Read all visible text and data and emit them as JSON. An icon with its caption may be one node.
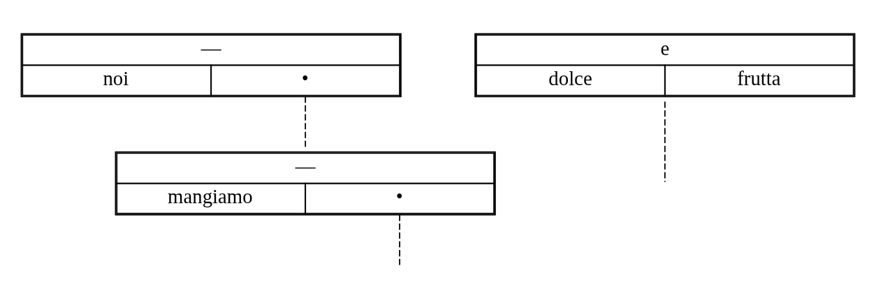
{
  "diagram": {
    "nodes": [
      {
        "text": [
          "—",
          "noi",
          "•"
        ]
      },
      {
        "text": [
          "—",
          "mangiamo",
          "•"
        ]
      },
      {
        "text": [
          "e",
          "dolce",
          "frutta"
        ]
      }
    ],
    "edges": [
      {
        "from": 0,
        "to": 1,
        "arrow": "none",
        "style": "dashed"
      },
      {
        "from": 1,
        "to": null,
        "arrow": "none",
        "style": "dashed"
      },
      {
        "from": 2,
        "to": null,
        "arrow": "none",
        "style": "dashed"
      }
    ]
  }
}
